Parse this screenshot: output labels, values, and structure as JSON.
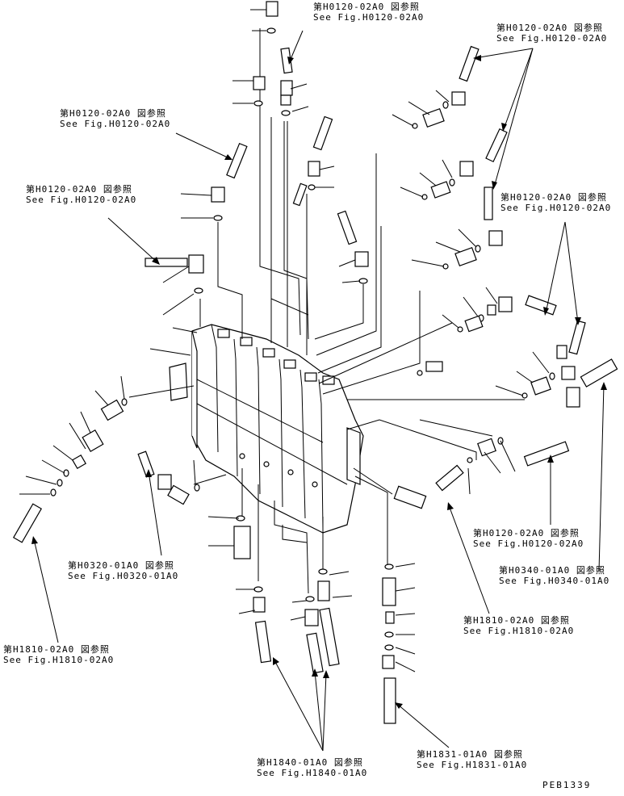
{
  "references": [
    {
      "id": "ref-h0120-top",
      "jp": "第H0120-02A0 図参照",
      "en": "See Fig.H0120-02A0"
    },
    {
      "id": "ref-h0120-upper-right",
      "jp": "第H0120-02A0 図参照",
      "en": "See Fig.H0120-02A0"
    },
    {
      "id": "ref-h0120-left-1",
      "jp": "第H0120-02A0 図参照",
      "en": "See Fig.H0120-02A0"
    },
    {
      "id": "ref-h0120-left-2",
      "jp": "第H0120-02A0 図参照",
      "en": "See Fig.H0120-02A0"
    },
    {
      "id": "ref-h0120-right-mid",
      "jp": "第H0120-02A0 図参照",
      "en": "See Fig.H0120-02A0"
    },
    {
      "id": "ref-h0320",
      "jp": "第H0320-01A0 図参照",
      "en": "See Fig.H0320-01A0"
    },
    {
      "id": "ref-h0120-lower-right",
      "jp": "第H0120-02A0 図参照",
      "en": "See Fig.H0120-02A0"
    },
    {
      "id": "ref-h0340",
      "jp": "第H0340-01A0 図参照",
      "en": "See Fig.H0340-01A0"
    },
    {
      "id": "ref-h1810-right",
      "jp": "第H1810-02A0 図参照",
      "en": "See Fig.H1810-02A0"
    },
    {
      "id": "ref-h1810-left",
      "jp": "第H1810-02A0 図参照",
      "en": "See Fig.H1810-02A0"
    },
    {
      "id": "ref-h1840",
      "jp": "第H1840-01A0 図参照",
      "en": "See Fig.H1840-01A0"
    },
    {
      "id": "ref-h1831",
      "jp": "第H1831-01A0 図参照",
      "en": "See Fig.H1831-01A0"
    }
  ],
  "doc_id": "PEB1339"
}
